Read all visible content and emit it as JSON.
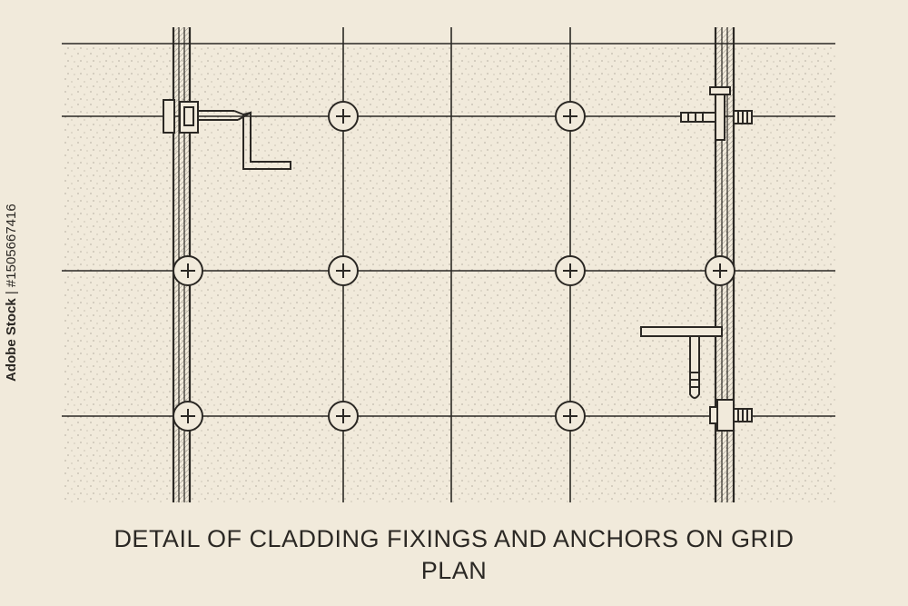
{
  "caption": {
    "line1": "DETAIL OF CLADDING FIXINGS AND ANCHORS ON GRID",
    "line2": "PLAN"
  },
  "stock_id": {
    "brand": "Adobe Stock",
    "separator": "|",
    "number": "#1505667416"
  },
  "colors": {
    "paper": "#f1eadb",
    "ink": "#2b2824",
    "stipple": "#8a8478"
  },
  "icons": {
    "fixing": "screw-plus-icon",
    "anchor": "l-bracket-anchor-icon"
  }
}
